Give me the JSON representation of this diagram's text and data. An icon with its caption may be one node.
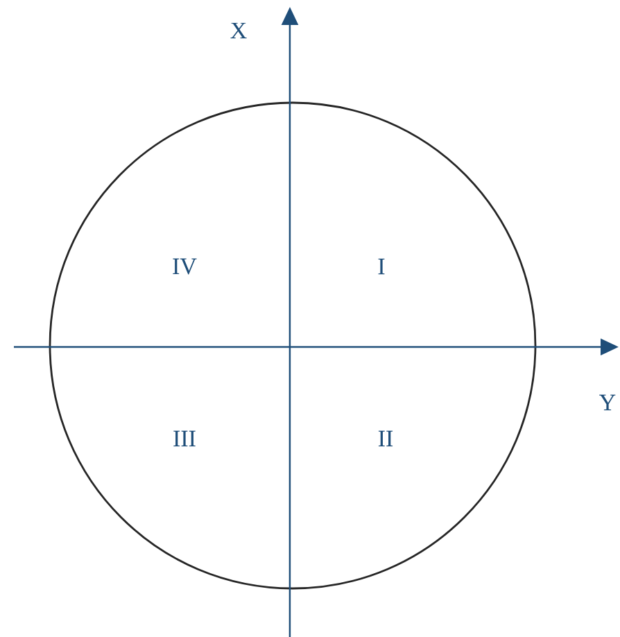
{
  "diagram": {
    "labels": [
      "X",
      "IV",
      "I",
      "Y",
      "III",
      "II"
    ]
  }
}
